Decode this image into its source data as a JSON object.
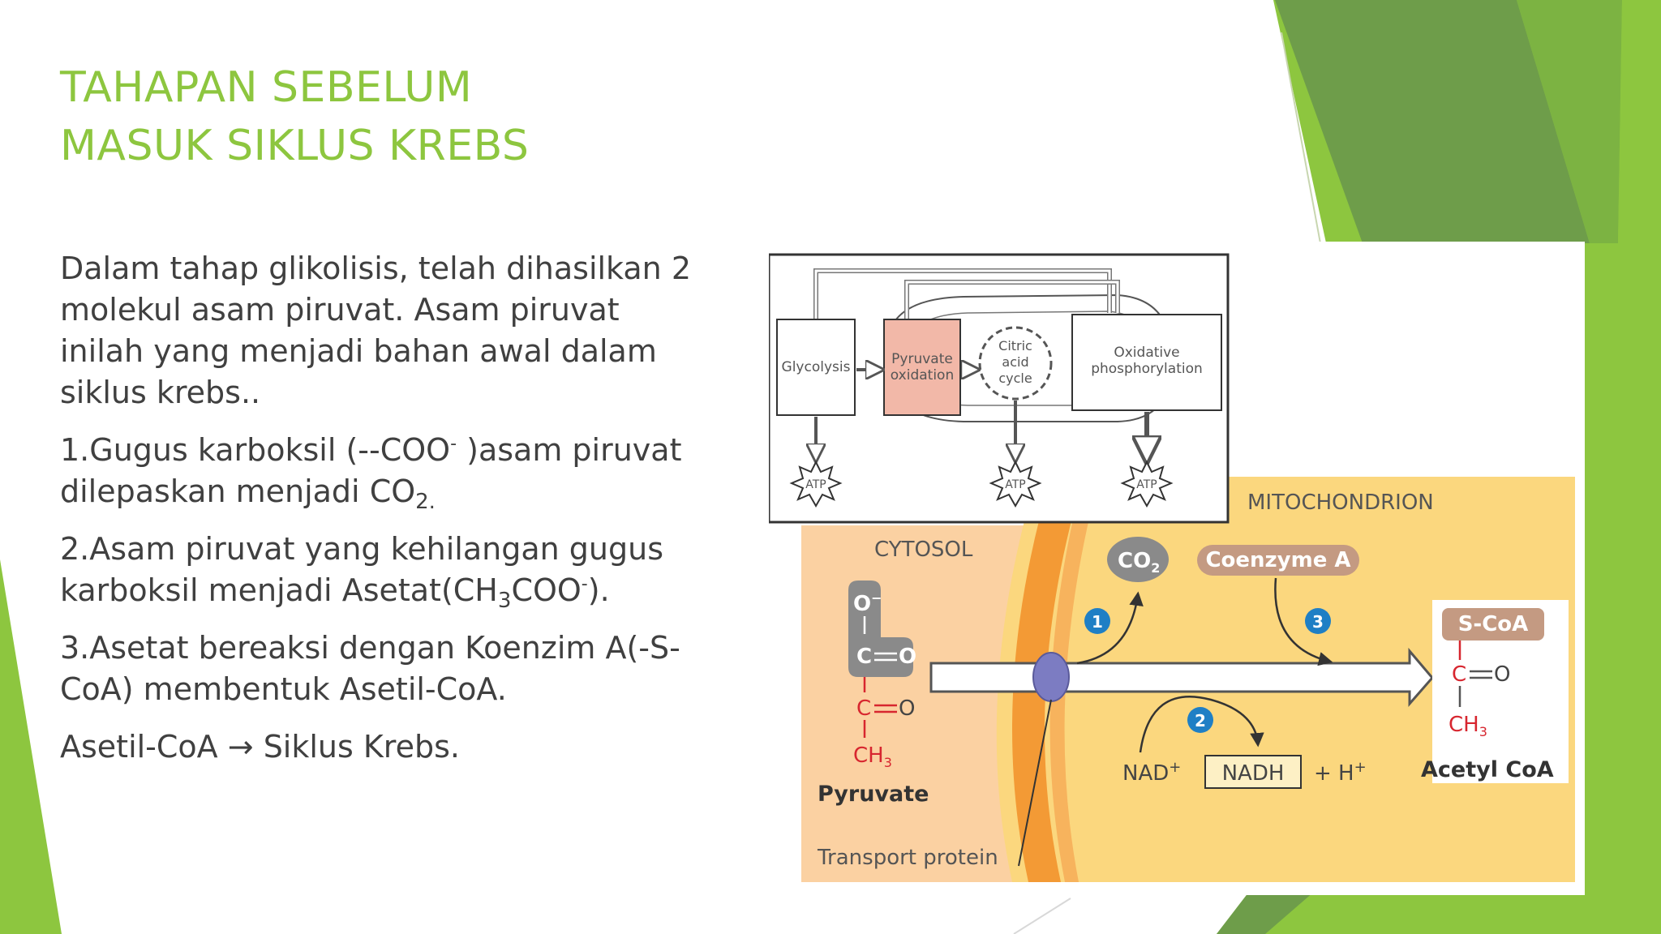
{
  "slide": {
    "title_line1": "TAHAPAN SEBELUM",
    "title_line2": "MASUK SIKLUS KREBS",
    "intro": "Dalam tahap glikolisis, telah dihasilkan 2 molekul asam piruvat. Asam piruvat inilah yang menjadi bahan awal dalam siklus krebs..",
    "point1": {
      "a": "1.Gugus karboksil (--COO",
      "sup": "-",
      "b": " )asam piruvat dilepaskan menjadi CO",
      "sub": "2."
    },
    "point2": {
      "a": "2.Asam piruvat yang kehilangan gugus karboksil menjadi Asetat(CH",
      "sub": "3",
      "b": "COO",
      "sup": "-",
      "c": ")."
    },
    "point3": "3.Asetat bereaksi dengan Koenzim A(-S-CoA) membentuk Asetil-CoA.",
    "summary": {
      "a": "Asetil-CoA ",
      "arrow": "→",
      "b": " Siklus Krebs."
    }
  },
  "figure": {
    "overview": {
      "glycolysis": "Glycolysis",
      "pyruvate_ox_1": "Pyruvate",
      "pyruvate_ox_2": "oxidation",
      "citric_1": "Citric",
      "citric_2": "acid",
      "citric_3": "cycle",
      "oxphos_1": "Oxidative",
      "oxphos_2": "phosphorylation",
      "atp": "ATP"
    },
    "mitochondrion": "MITOCHONDRION",
    "cytosol": "CYTOSOL",
    "co2": "CO",
    "co2_sub": "2",
    "coenzyme_a": "Coenzyme A",
    "steps": [
      "1",
      "2",
      "3"
    ],
    "pyruvate": {
      "o_minus": "O",
      "minus": "−",
      "c": "C",
      "o": "O",
      "ch3": "CH",
      "ch3_sub": "3",
      "label": "Pyruvate"
    },
    "nad": "NAD",
    "nadh": "NADH",
    "h_plus": "+ H",
    "plus": "+",
    "acetyl": {
      "scoa": "S-CoA",
      "c": "C",
      "o": "O",
      "ch3": "CH",
      "ch3_sub": "3",
      "label": "Acetyl CoA"
    },
    "transport_protein": "Transport protein"
  },
  "colors": {
    "title": "#8dc63f",
    "body_text": "#404040",
    "green_light": "#8dc63f",
    "green_dark": "#6e9d4a",
    "mito_fill": "#fbd77e",
    "cytosol_fill": "#fbd1a2",
    "membrane": "#f39a35",
    "pyruvate_box": "#f2b8a8",
    "red_chem": "#d7262f"
  }
}
